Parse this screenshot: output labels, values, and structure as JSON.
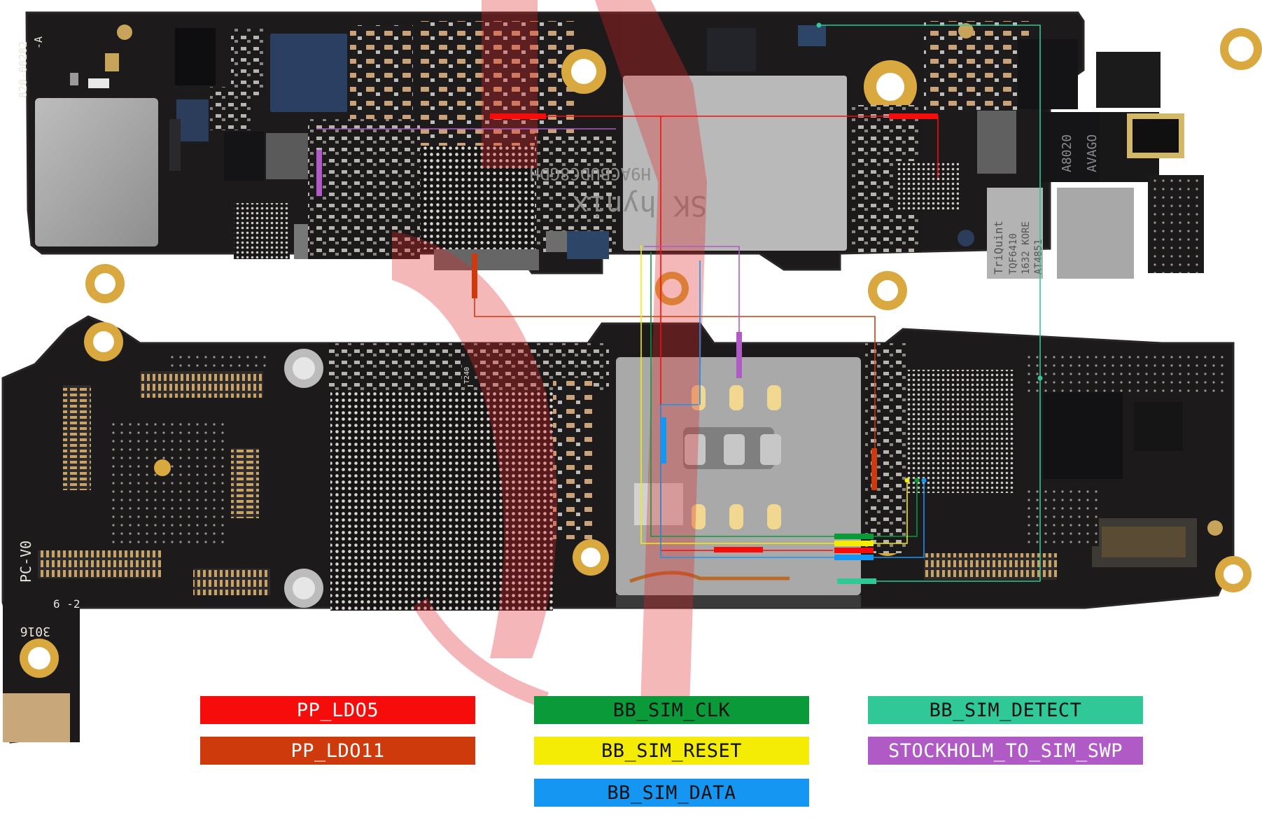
{
  "board": {
    "silkscreen": {
      "part_number": "820-00282",
      "revision": "-A",
      "pc_rev": "PC-V0",
      "rev_small": "6 -2",
      "date_code": "3016",
      "chip_sk": "SK hynix",
      "chip_code": "H9ACBUDC8GDH",
      "chip_a8020": "A8020",
      "chip_avago": "AVAGO",
      "chip_qorvo": "TQF6410",
      "chip_qorvo_brand": "TriQuint",
      "chip_qorvo_line2": "1632 KORE",
      "chip_qorvo_line3": "AT4851",
      "label_t240": "T240"
    },
    "nets": {
      "pp_ldo5": "PP_LDO5",
      "pp_ldo11": "PP_LDO11",
      "bb_sim_clk": "BB_SIM_CLK",
      "bb_sim_reset": "BB_SIM_RESET",
      "bb_sim_data": "BB_SIM_DATA",
      "bb_sim_detect": "BB_SIM_DETECT",
      "stockholm": "STOCKHOLM_TO_SIM_SWP"
    }
  },
  "legend": [
    {
      "label": "PP_LDO5",
      "color": "#f70c0c"
    },
    {
      "label": "BB_SIM_CLK",
      "color": "#0a9a3a"
    },
    {
      "label": "BB_SIM_DETECT",
      "color": "#2fc896"
    },
    {
      "label": "PP_LDO11",
      "color": "#cf3a0c"
    },
    {
      "label": "BB_SIM_RESET",
      "color": "#f5ec06"
    },
    {
      "label": "STOCKHOLM_TO_SIM_SWP",
      "color": "#b05ac6"
    },
    {
      "label": "BB_SIM_DATA",
      "color": "#1596f2"
    }
  ],
  "colors": {
    "pcb": "#1c1a1a",
    "pcb_edge": "#2a2625",
    "gold": "#d9a93f",
    "shield": "#a7a7a7",
    "watermark": "#e0262c"
  }
}
